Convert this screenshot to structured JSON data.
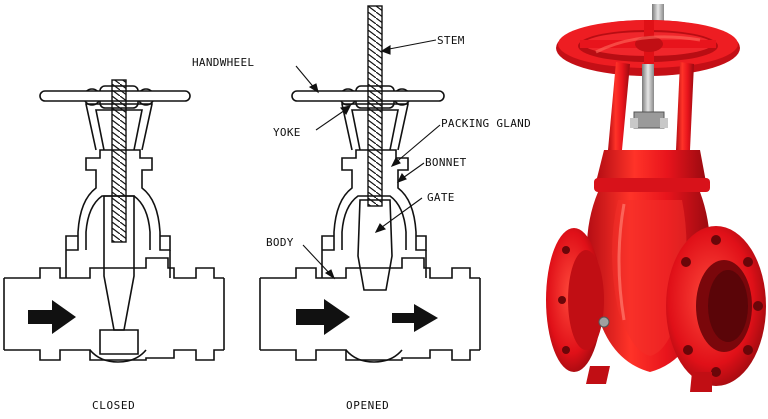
{
  "labels": {
    "stem": "STEM",
    "handwheel": "HANDWHEEL",
    "yoke": "YOKE",
    "packing_gland": "PACKING GLAND",
    "bonnet": "BONNET",
    "gate": "GATE",
    "body": "BODY"
  },
  "captions": {
    "closed": "CLOSED",
    "opened": "OPENED"
  },
  "colors": {
    "valve_red": "#e8141c",
    "valve_dark_red": "#a30a10",
    "valve_highlight": "#ff5a4e",
    "stem_steel": "#b8b8b8",
    "ink": "#111111"
  },
  "icons": {
    "flow_arrow": "flow-arrow-icon"
  }
}
